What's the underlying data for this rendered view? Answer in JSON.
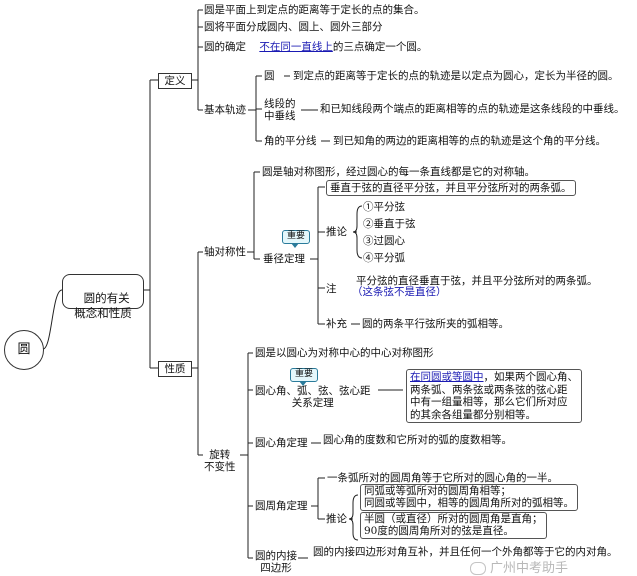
{
  "root": "圆",
  "main_topic": "圆的有关\n概念和性质",
  "definition": {
    "label": "定义",
    "items": [
      "圆是平面上到定点的距离等于定长的点的集合。",
      "圆将平面分成圆内、圆上、圆外三部分"
    ],
    "determine_label": "圆的确定",
    "determine_link": "不在同一直线上",
    "determine_rest": "的三点确定一个圆。",
    "loci_label": "基本轨迹",
    "loci": [
      {
        "label": "圆",
        "text": "到定点的距离等于定长的点的轨迹是以定点为圆心，定长为半径的圆。"
      },
      {
        "label": "线段的\n中垂线",
        "text": "和已知线段两个端点的距离相等的点的轨迹是这条线段的中垂线。"
      },
      {
        "label": "角的平分线",
        "text": "到已知角的两边的距离相等的点的轨迹是这个角的平分线。"
      }
    ]
  },
  "properties": {
    "label": "性质",
    "axial": {
      "label": "轴对称性",
      "statement": "圆是轴对称图形，经过圆心的每一条直线都是它的对称轴。",
      "theorem_label": "垂径定理",
      "badge": "重要",
      "theorem": "垂直于弦的直径平分弦，并且平分弦所对的两条弧。",
      "inference_label": "推论",
      "inferences": [
        "①平分弦",
        "②垂直于弦",
        "③过圆心",
        "④平分弧"
      ],
      "note_label": "注",
      "note_text": "平分弦的直径垂直于弦，并且平分弦所对的两条弧。",
      "note_paren": "（这条弦不是直径）",
      "supplement_label": "补充",
      "supplement": "圆的两条平行弦所夹的弧相等。"
    },
    "rotation": {
      "label": "旋转\n不变性",
      "statement": "圆是以圆心为对称中心的中心对称图形",
      "relation_label": "圆心角、弧、弦、弦心距\n关系定理",
      "badge": "重要",
      "relation_link": "在同圆或等圆中",
      "relation_text": "，如果两个圆心角、\n两条弧、两条弦或两条弦的弦心距\n中有一组量相等，那么它们所对应\n的其余各组量都分别相等。",
      "central_label": "圆心角定理",
      "central_text": "圆心角的度数和它所对的弧的度数相等。",
      "inscribed_label": "圆周角定理",
      "inscribed_text": "一条弧所对的圆周角等于它所对的圆心角的一半。",
      "inscribed_inference_label": "推论",
      "inscribed_inference_1": "同弧或等弧所对的圆周角相等；\n同圆或等圆中，相等的圆周角所对的弧相等。",
      "inscribed_inference_2": "半圆（或直径）所对的圆周角是直角；\n90度的圆周角所对的弦是直径。",
      "quad_label": "圆的内接\n四边形",
      "quad_text": "圆的内接四边形对角互补，并且任何一个外角都等于它的内对角。"
    }
  },
  "watermark": "广州中考助手"
}
